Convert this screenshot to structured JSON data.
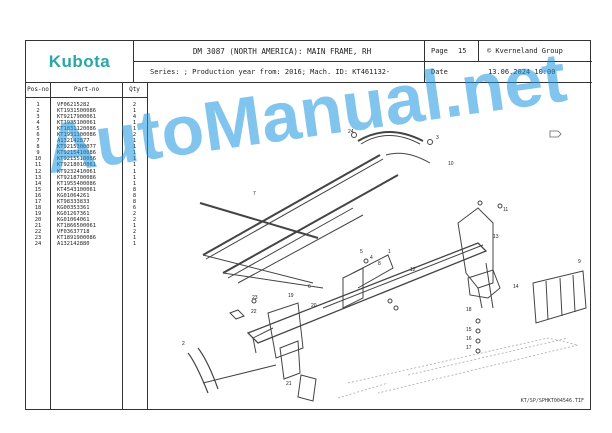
{
  "header": {
    "logo": "Kubota",
    "title": "DM 3087 (NORTH AMERICA): MAIN FRAME, RH",
    "page_label": "Page",
    "page_number": "15",
    "copyright": "© Kverneland Group",
    "series": "Series: ; Production year from: 2016; Mach. ID: KT461132-",
    "date_label": "Date",
    "date_value": "13.06.2024  10:00"
  },
  "parts_table": {
    "headers": [
      "Pos-no",
      "Part-no",
      "Qty"
    ],
    "rows": [
      {
        "pos": "1",
        "part": "VF06215282",
        "qty": "2"
      },
      {
        "pos": "2",
        "part": "KT1931500086",
        "qty": "1"
      },
      {
        "pos": "3",
        "part": "KT9217900061",
        "qty": "4"
      },
      {
        "pos": "4",
        "part": "KT1935100061",
        "qty": "1"
      },
      {
        "pos": "5",
        "part": "KT1831120086",
        "qty": "1"
      },
      {
        "pos": "6",
        "part": "KT1931300086",
        "qty": "2"
      },
      {
        "pos": "7",
        "part": "A132142877",
        "qty": "1"
      },
      {
        "pos": "8",
        "part": "KT9215300077",
        "qty": "1"
      },
      {
        "pos": "9",
        "part": "KT9215410086",
        "qty": "1"
      },
      {
        "pos": "10",
        "part": "KT9215510086",
        "qty": "1"
      },
      {
        "pos": "11",
        "part": "KT9218010061",
        "qty": "1"
      },
      {
        "pos": "12",
        "part": "KT9232410061",
        "qty": "1"
      },
      {
        "pos": "13",
        "part": "KT9218700086",
        "qty": "1"
      },
      {
        "pos": "14",
        "part": "KT1955400086",
        "qty": "1"
      },
      {
        "pos": "15",
        "part": "KT4543100061",
        "qty": "8"
      },
      {
        "pos": "16",
        "part": "KG01064261",
        "qty": "8"
      },
      {
        "pos": "17",
        "part": "KT98333833",
        "qty": "8"
      },
      {
        "pos": "18",
        "part": "KG00353361",
        "qty": "6"
      },
      {
        "pos": "19",
        "part": "KG01267361",
        "qty": "2"
      },
      {
        "pos": "20",
        "part": "KG01064061",
        "qty": "2"
      },
      {
        "pos": "21",
        "part": "KT1866500061",
        "qty": "1"
      },
      {
        "pos": "22",
        "part": "VF03637718",
        "qty": "2"
      },
      {
        "pos": "23",
        "part": "KT1891900086",
        "qty": "1"
      },
      {
        "pos": "24",
        "part": "A132142880",
        "qty": "1"
      }
    ]
  },
  "callouts": [
    "24",
    "3",
    "10",
    "7",
    "5",
    "8",
    "4",
    "11",
    "12",
    "1",
    "13",
    "9",
    "14",
    "6",
    "19",
    "20",
    "22",
    "23",
    "18",
    "15",
    "16",
    "17",
    "21",
    "2"
  ],
  "footer_code": "KT/SP/SPHKT004546.TIF",
  "watermark": "AutoManual.net",
  "colors": {
    "logo": "#2aa6a6",
    "watermark": "#1996e1"
  }
}
